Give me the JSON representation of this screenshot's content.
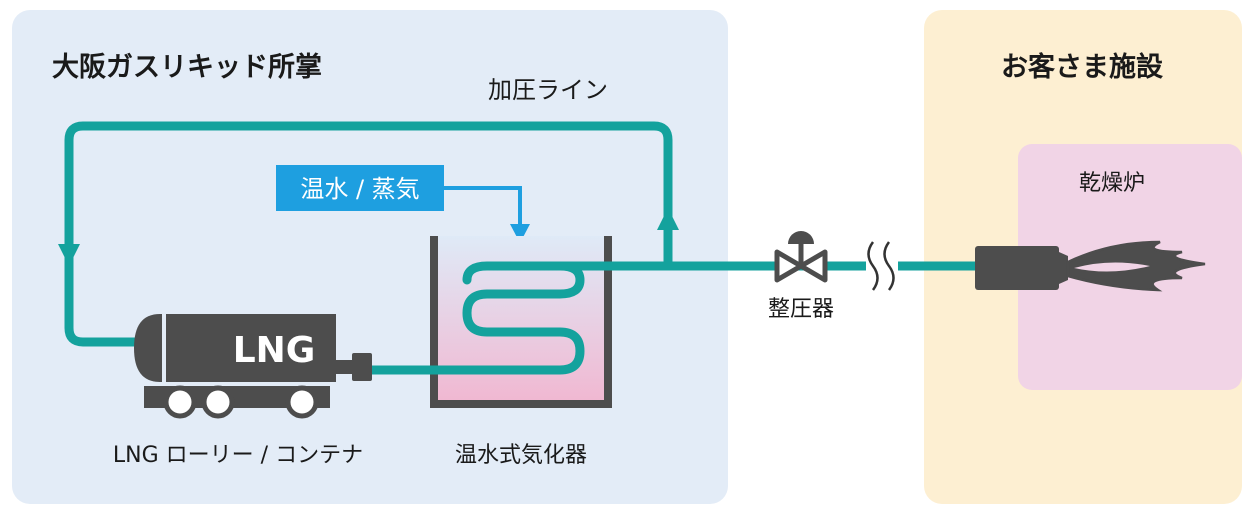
{
  "left_panel": {
    "title": "大阪ガスリキッド所掌"
  },
  "right_panel": {
    "title": "お客さま施設",
    "inner_label": "乾燥炉"
  },
  "labels": {
    "pressurize_line": "加圧ライン",
    "heat_source": "温水 / 蒸気",
    "tank_badge": "LNG",
    "lorry": "LNG ローリー / コンテナ",
    "vaporizer": "温水式気化器",
    "regulator": "整圧器"
  },
  "colors": {
    "left_panel_bg": "#e3ecf7",
    "right_panel_bg": "#fdefd2",
    "dryer_bg": "#f1d4e6",
    "pipe": "#14a29d",
    "heat_arrow": "#1e9fe0",
    "equipment": "#4d4d4d",
    "vaporizer_top": "#dfeaf7",
    "vaporizer_bottom": "#f1b7d1"
  },
  "icons": {
    "valve": "valve-icon",
    "break": "wavy-break-icon",
    "burner": "burner-flame-icon"
  }
}
